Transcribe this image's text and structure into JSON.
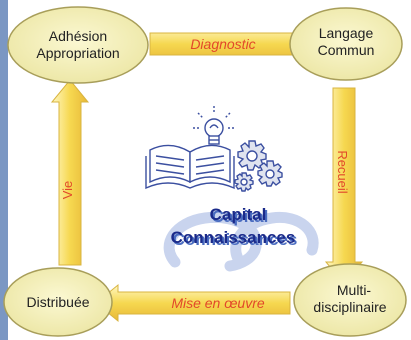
{
  "nodes": {
    "top_left": [
      "Adhésion",
      "Appropriation"
    ],
    "top_right": [
      "Langage",
      "Commun"
    ],
    "bottom_left": [
      "Distribuée"
    ],
    "bottom_right": [
      "Multi-",
      "disciplinaire"
    ]
  },
  "arrows": {
    "top": "Diagnostic",
    "right": "Recueil",
    "bottom": "Mise en œuvre",
    "left": "Vie"
  },
  "center": {
    "line1": "Capital",
    "line2": "Connaissances"
  },
  "colors": {
    "node_fill": "#f7f3b8",
    "arrow_fill": "#f5d95a",
    "label_color": "#e2482a",
    "center_text": "#1a2a8a",
    "center_shadow": "#4a6cc0",
    "left_bar": "#7b97c3"
  }
}
